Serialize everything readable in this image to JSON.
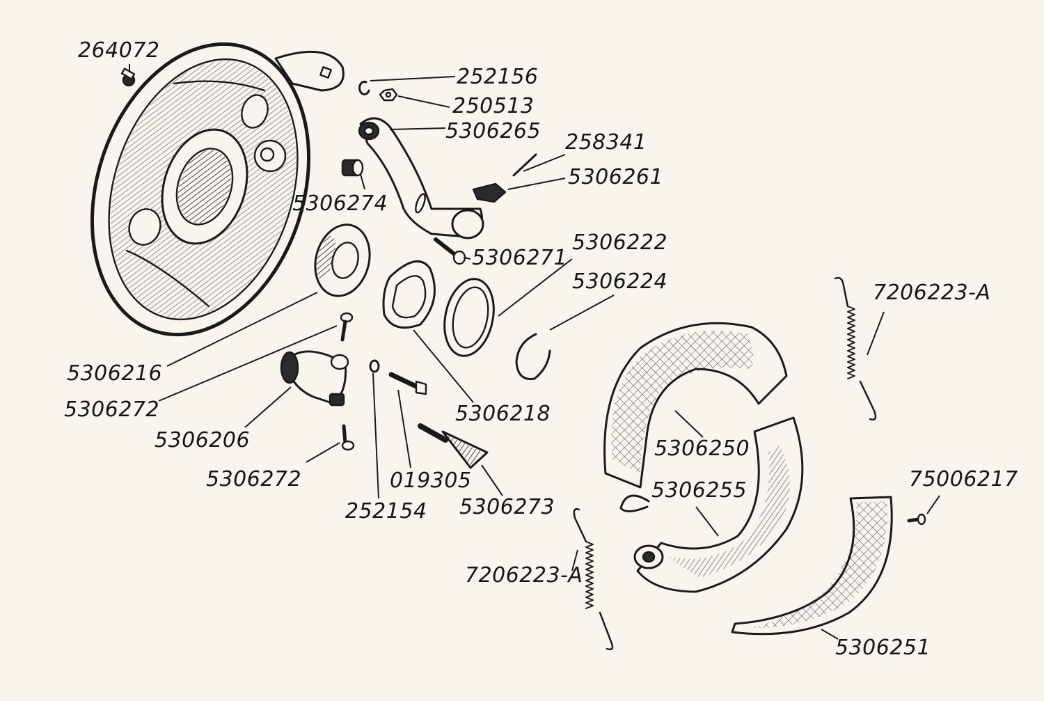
{
  "colors": {
    "paper": "#f7f5ee",
    "ink": "#1a1a1a"
  },
  "labels": {
    "p264072": "264072",
    "p252156": "252156",
    "p250513": "250513",
    "p5306265": "5306265",
    "p258341": "258341",
    "p5306261": "5306261",
    "p5306274": "5306274",
    "p5306271": "5306271",
    "p5306222": "5306222",
    "p5306224": "5306224",
    "p7206223a_top": "7206223-А",
    "p5306216": "5306216",
    "p5306272_top": "5306272",
    "p5306206": "5306206",
    "p5306272_bottom": "5306272",
    "p5306218": "5306218",
    "p5306250": "5306250",
    "p019305": "019305",
    "p252154": "252154",
    "p5306273": "5306273",
    "p5306255": "5306255",
    "p75006217": "75006217",
    "p7206223a_bottom": "7206223-А",
    "p5306251": "5306251"
  }
}
